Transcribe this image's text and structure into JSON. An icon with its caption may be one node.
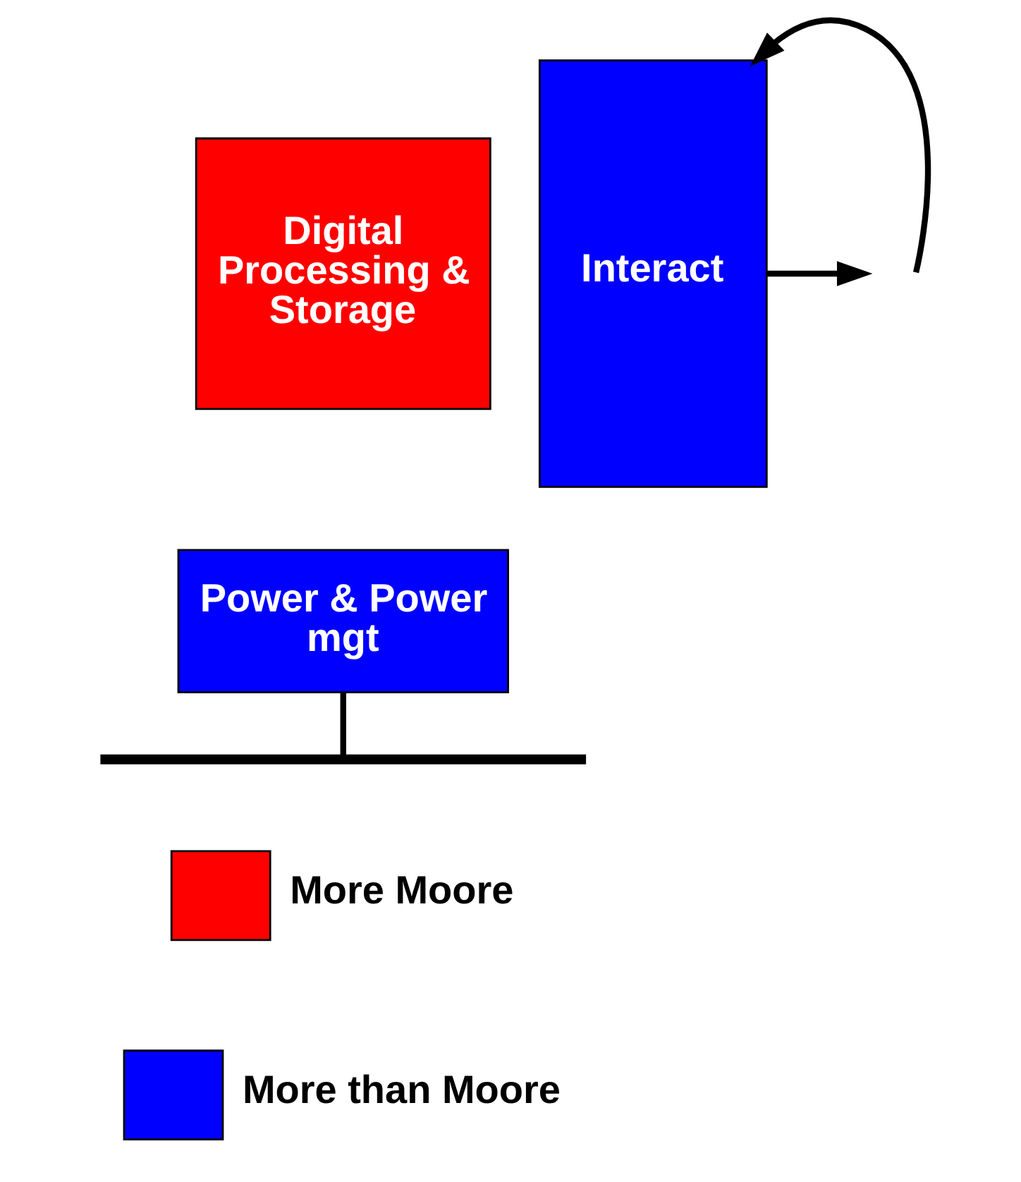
{
  "diagram": {
    "nodes": [
      {
        "text": [
          "Digital Processing & Storage"
        ]
      },
      {
        "text": [
          "Interact"
        ]
      },
      {
        "text": [
          "Power & Power mgt"
        ]
      },
      {
        "text": [],
        "shape": "bar"
      }
    ],
    "edges": [
      {
        "from": null,
        "to": 1,
        "arrow": "to"
      },
      {
        "from": 1,
        "to": null,
        "arrow": "to"
      },
      {
        "from": 2,
        "to": 3,
        "arrow": "none"
      }
    ],
    "legend": [
      {
        "text": "More Moore",
        "color": "#ff0000"
      },
      {
        "text": "More than Moore",
        "color": "#0000ff"
      }
    ]
  }
}
